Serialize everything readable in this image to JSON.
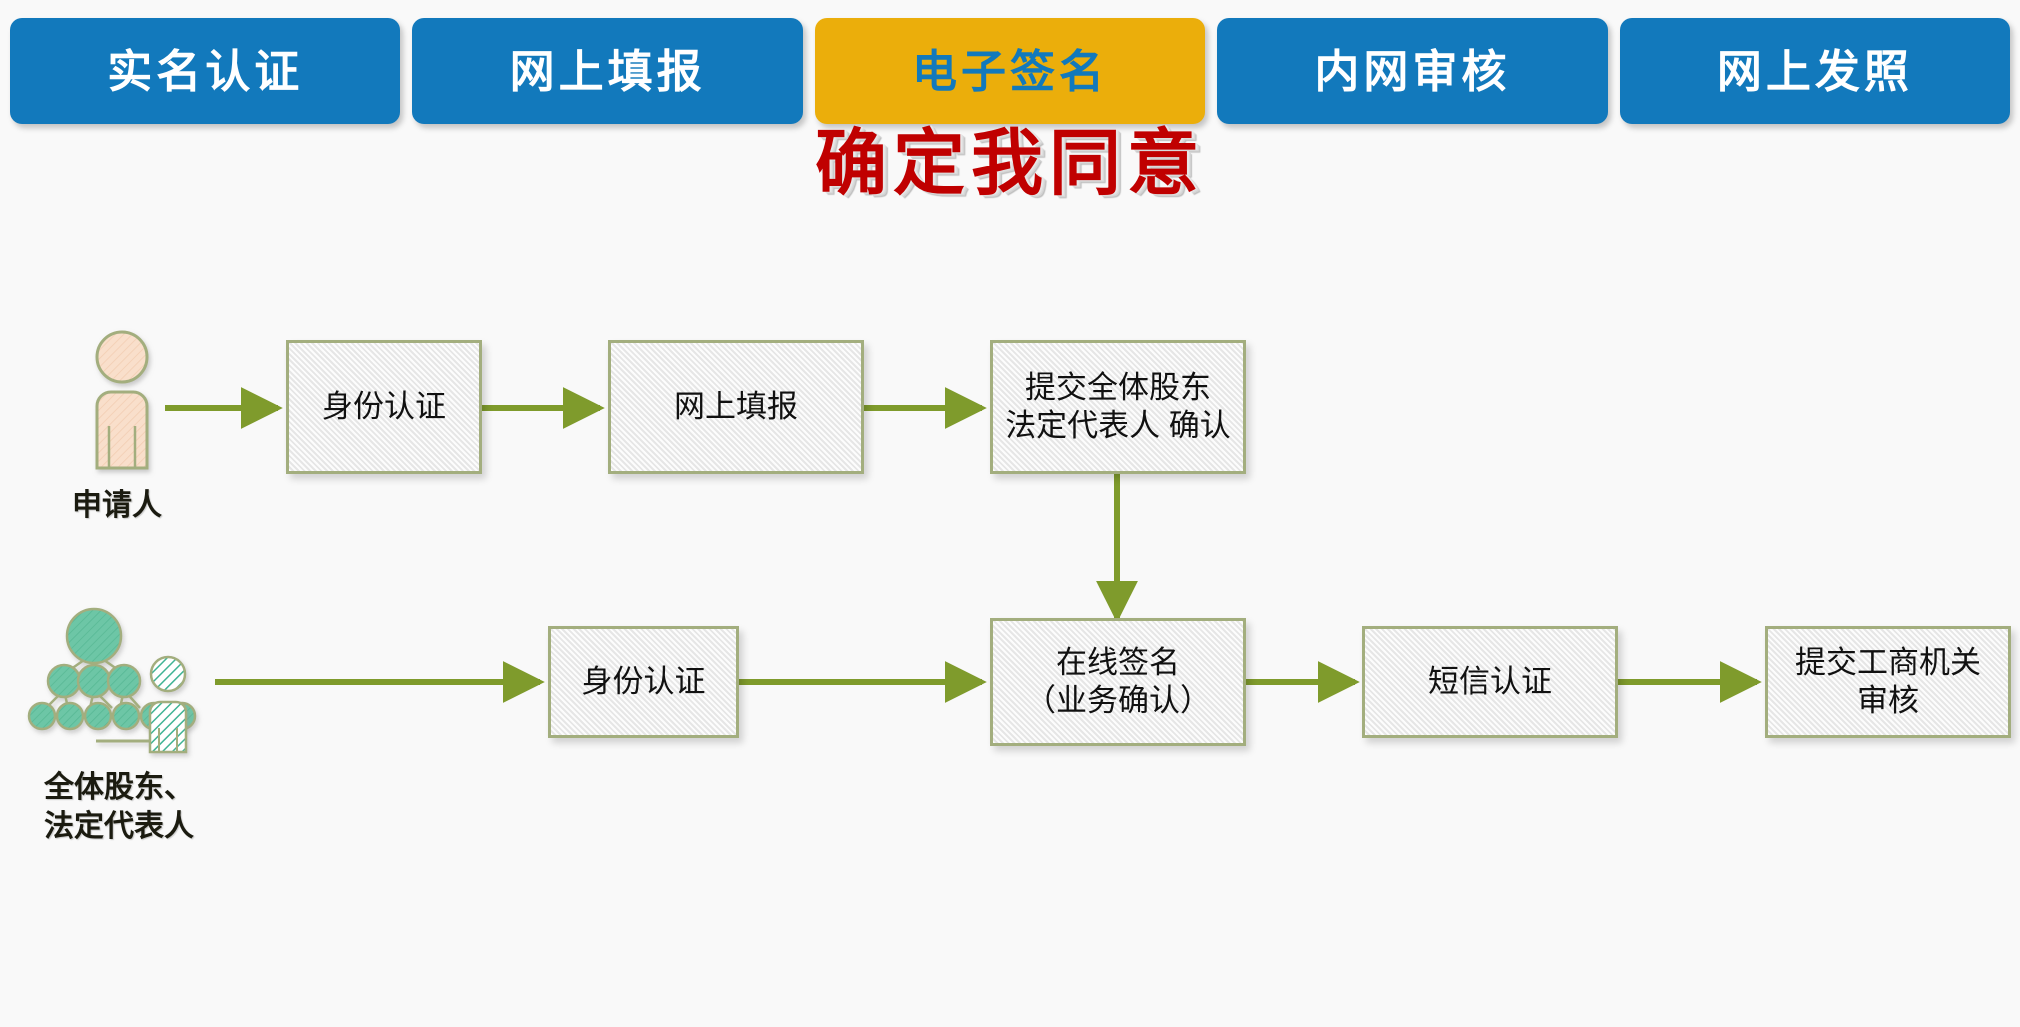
{
  "page": {
    "background_color": "#F9F9F9",
    "title": "确定我同意",
    "title_color": "#C00000"
  },
  "tabbar": {
    "active_index": 2,
    "tab_color": "#1279BC",
    "active_tab_color": "#EBAE0B",
    "active_tab_text_color": "#1279BC",
    "tabs": [
      {
        "label": "实名认证"
      },
      {
        "label": "网上填报"
      },
      {
        "label": "电子签名"
      },
      {
        "label": "内网审核"
      },
      {
        "label": "网上发照"
      }
    ]
  },
  "flowchart": {
    "connector_color": "#7F9B2C",
    "node_border_color": "#A3AE7E",
    "node_fill_color": "#EFEFEF",
    "actors": [
      {
        "id": "applicant",
        "label": "申请人",
        "icon": "person-icon",
        "icon_fill": "#F9DFCB",
        "icon_stroke": "#A3AE7E"
      },
      {
        "id": "shareholders",
        "label": "全体股东、\n法定代表人",
        "icon": "org-hierarchy-and-person-icon",
        "icon_fill": "#6DC6A6",
        "icon_stroke": "#A3AE7E"
      }
    ],
    "row1": [
      {
        "label": "身份认证"
      },
      {
        "label": "网上填报"
      },
      {
        "label": "提交全体股东\n法定代表人 确认"
      }
    ],
    "row2": [
      {
        "label": "身份认证"
      },
      {
        "label": "在线签名\n（业务确认）"
      },
      {
        "label": "短信认证"
      },
      {
        "label": "提交工商机关\n审核"
      }
    ]
  }
}
